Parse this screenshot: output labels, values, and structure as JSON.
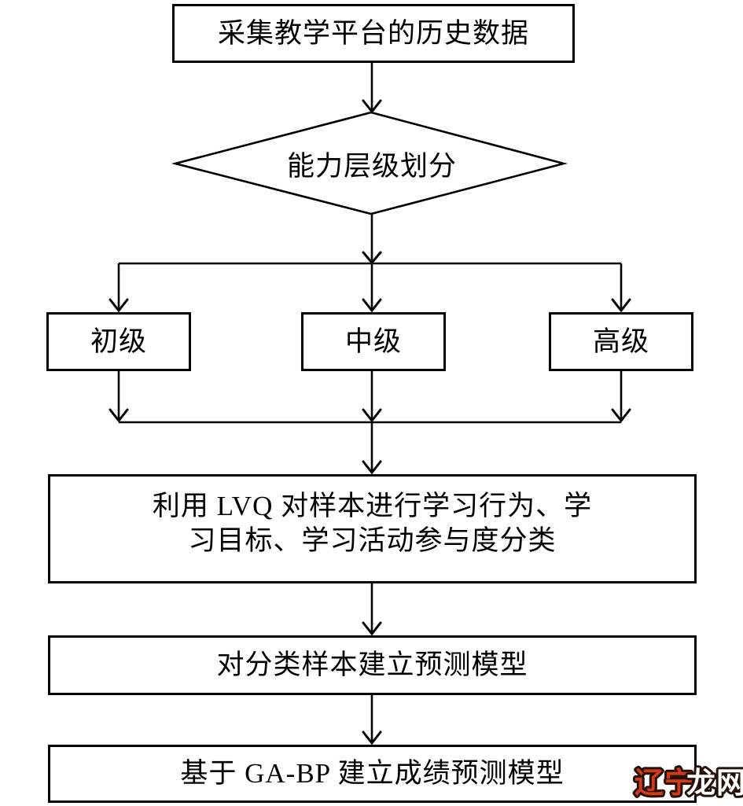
{
  "flowchart": {
    "nodes": {
      "collect": {
        "label": "采集教学平台的历史数据"
      },
      "decision": {
        "label": "能力层级划分"
      },
      "level_primary": {
        "label": "初级"
      },
      "level_intermediate": {
        "label": "中级"
      },
      "level_advanced": {
        "label": "高级"
      },
      "lvq_classify": {
        "line1": "利用 LVQ 对样本进行学习行为、学",
        "line2": "习目标、学习活动参与度分类"
      },
      "build_prediction": {
        "label": "对分类样本建立预测模型"
      },
      "gabp_model": {
        "label": "基于 GA-BP 建立成绩预测模型"
      }
    },
    "style": {
      "line_color": "#000000",
      "box_fill": "#ffffff",
      "text_color": "#000000"
    }
  },
  "watermark": {
    "text_left": "辽宁",
    "text_right": "龙网",
    "left_fill": "#cf3b16",
    "right_fill": "#ffffff",
    "outline_color": "#241007"
  }
}
